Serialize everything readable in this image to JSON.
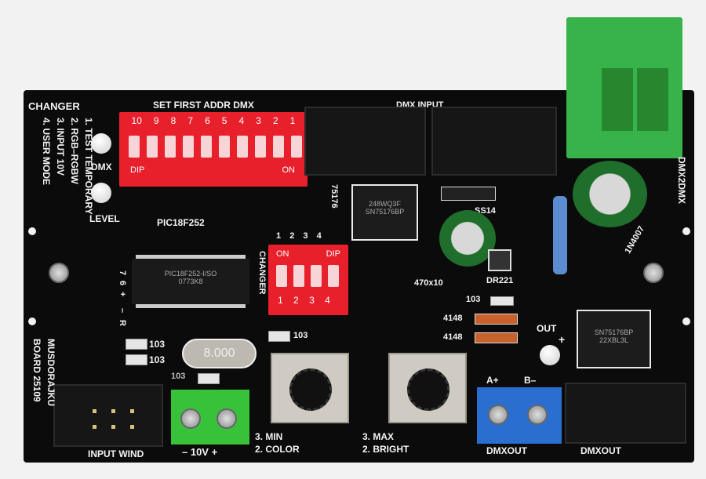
{
  "changer_panel": {
    "title": "CHANGER",
    "modes": [
      "1. TEST TEMPORARY",
      "2. RGB–RGBW",
      "3. INPUT 10V",
      "4. USER MODE"
    ]
  },
  "leds": {
    "dmx": "DMX",
    "level": "LEVEL",
    "out": "OUT",
    "out_sign": "+"
  },
  "addr_dip": {
    "title": "SET FIRST ADDR DMX",
    "numbers": [
      "10",
      "9",
      "8",
      "7",
      "6",
      "5",
      "4",
      "3",
      "2",
      "1"
    ],
    "dip": "DIP",
    "on": "ON"
  },
  "dmx_input": "DMX INPUT",
  "u_75176": {
    "label": "75176",
    "line1": "248WQ3F",
    "line2": "SN75176BP"
  },
  "mcu": {
    "label": "PIC18F252",
    "line1": "PIC18F252-I/SO",
    "line2": "0773K8"
  },
  "pins": {
    "p7": "7",
    "p6": "6",
    "plus": "+",
    "minus": "–",
    "r": "R"
  },
  "changer_dip": {
    "numbers_top": [
      "1",
      "2",
      "3",
      "4"
    ],
    "on": "ON",
    "dip": "DIP",
    "numbers_bottom": [
      "1",
      "2",
      "3",
      "4"
    ],
    "label": "CHANGER"
  },
  "parts": {
    "ss14": "SS14",
    "cap": "470x10",
    "dr221": "DR221",
    "r103": "103",
    "d4148": "4148",
    "n4007": "1N4007",
    "crystal": "8.000"
  },
  "dmx2dmx": "DMX2DMX",
  "u_out": {
    "line1": "SN75176BP",
    "line2": "22XBL3L"
  },
  "terminal_ab": {
    "a": "A+",
    "b": "B–"
  },
  "dmxout1": "DMXOUT",
  "dmxout2": "DMXOUT",
  "pot_max": {
    "l1": "3. MAX",
    "l2": "2. BRIGHT"
  },
  "pot_min": {
    "l1": "3. MIN",
    "l2": "2. COLOR"
  },
  "power": "– 10V +",
  "input_wind": "INPUT WIND",
  "maker": {
    "l1": "MUSDORAJKU",
    "l2": "BOARD 25109"
  }
}
